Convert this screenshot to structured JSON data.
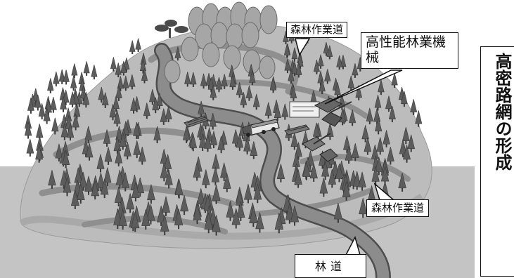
{
  "labels": {
    "forest_work_road_top": "森林作業道",
    "high_performance_machinery": "高性能林業機械",
    "forest_work_road_bottom": "森林作業道",
    "forest_road": "林道",
    "vertical_title": "高密路網の形成"
  },
  "colors": {
    "ground": "#c8c8c8",
    "mountain": "#bdbdbd",
    "road": "#8e8e8e",
    "road_edge": "#555555",
    "conifer": "#5c5c5c",
    "broadleaf": "#a8a8a8"
  }
}
